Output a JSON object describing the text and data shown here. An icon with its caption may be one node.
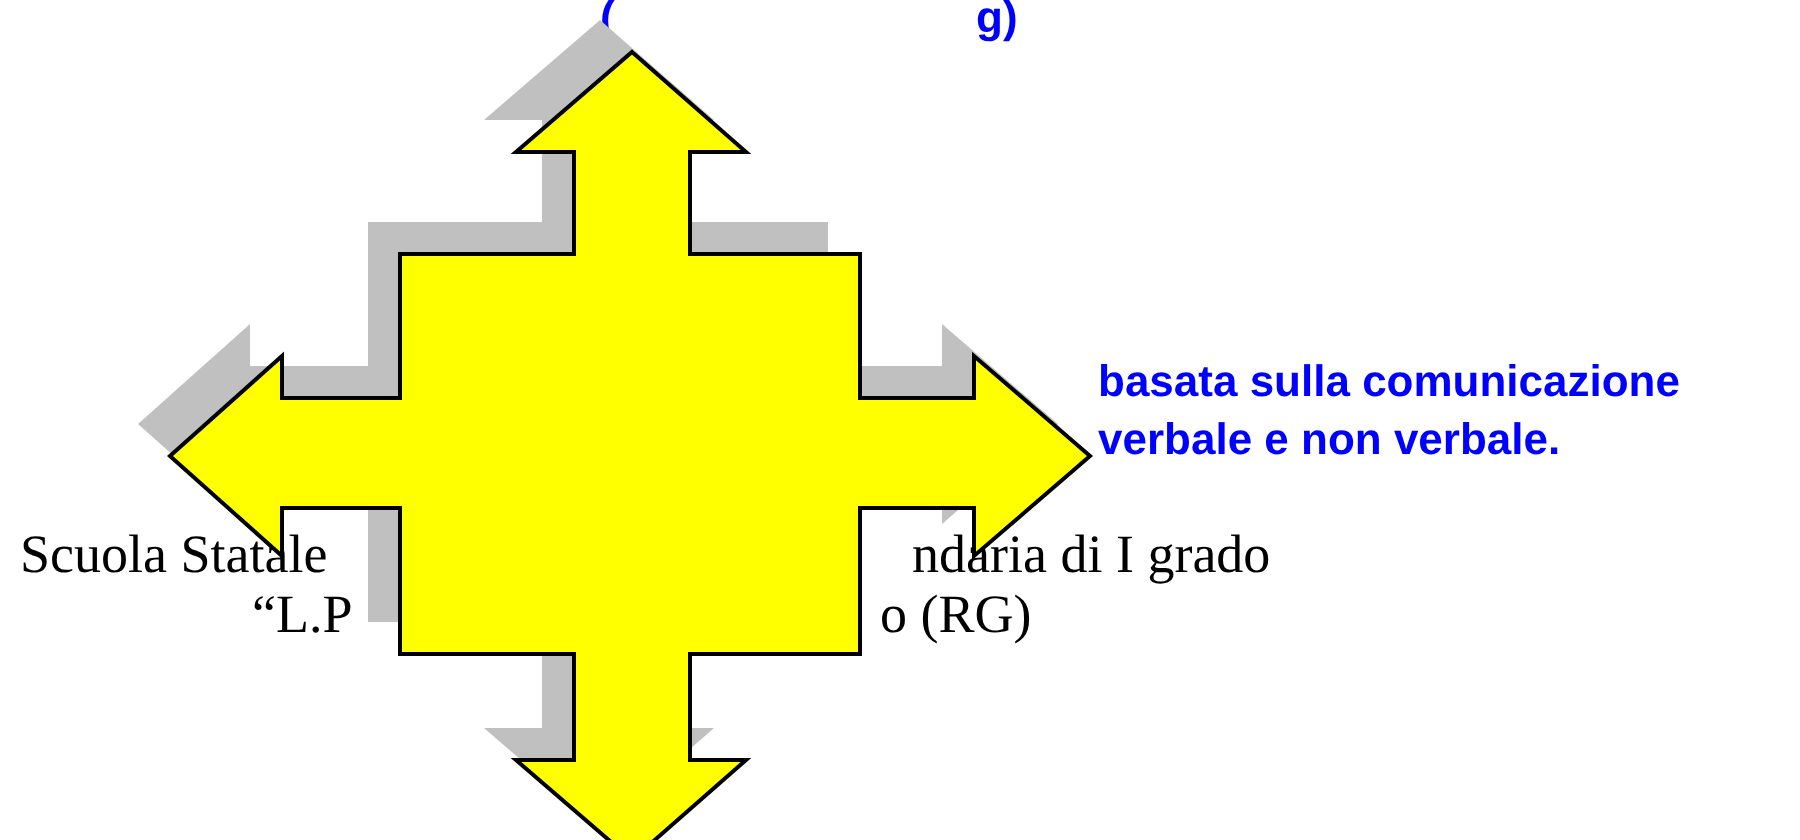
{
  "diagram": {
    "nodes": [
      {
        "text": [],
        "shape": "arrow"
      }
    ],
    "labels": [
      "(",
      "g)",
      "basata sulla comunicazione verbale e non verbale.",
      "Scuola Statale",
      "ndaria di I grado",
      "“L.P",
      "o (RG)"
    ]
  }
}
